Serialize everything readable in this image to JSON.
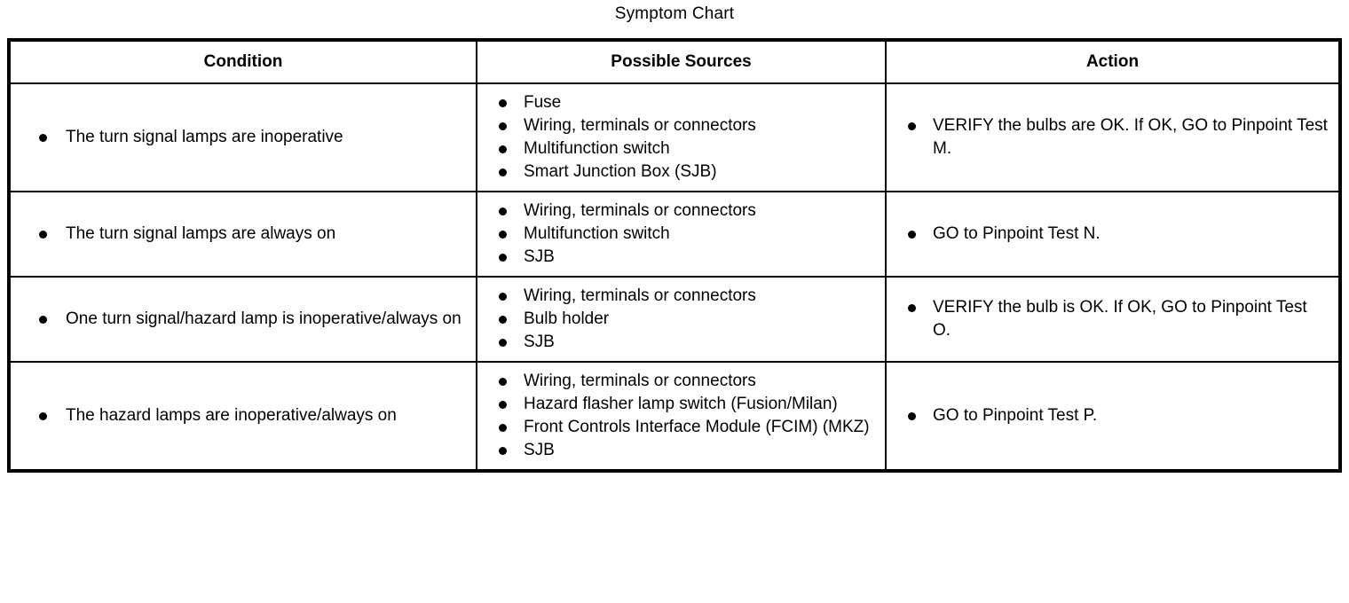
{
  "title": "Symptom Chart",
  "table": {
    "columns": [
      {
        "key": "condition",
        "label": "Condition"
      },
      {
        "key": "sources",
        "label": "Possible Sources"
      },
      {
        "key": "action",
        "label": "Action"
      }
    ],
    "rows": [
      {
        "condition": [
          "The turn signal lamps are inoperative"
        ],
        "sources": [
          "Fuse",
          "Wiring, terminals or connectors",
          "Multifunction switch",
          "Smart Junction Box (SJB)"
        ],
        "action": [
          "VERIFY the bulbs are OK. If OK, GO to Pinpoint Test M."
        ]
      },
      {
        "condition": [
          "The turn signal lamps are always on"
        ],
        "sources": [
          "Wiring, terminals or connectors",
          "Multifunction switch",
          "SJB"
        ],
        "action": [
          "GO to Pinpoint Test N."
        ]
      },
      {
        "condition": [
          "One turn signal/hazard lamp is inoperative/always on"
        ],
        "sources": [
          "Wiring, terminals or connectors",
          "Bulb holder",
          "SJB"
        ],
        "action": [
          "VERIFY the bulb is OK. If OK, GO to Pinpoint Test O."
        ]
      },
      {
        "condition": [
          "The hazard lamps are inoperative/always on"
        ],
        "sources": [
          "Wiring, terminals or connectors",
          "Hazard flasher lamp switch (Fusion/Milan)",
          "Front Controls Interface Module (FCIM) (MKZ)",
          "SJB"
        ],
        "action": [
          "GO to Pinpoint Test P."
        ]
      }
    ]
  },
  "style": {
    "text_color": "#000000",
    "background_color": "#ffffff",
    "border_color": "#000000",
    "bullet_glyph": "bullet-dot"
  }
}
